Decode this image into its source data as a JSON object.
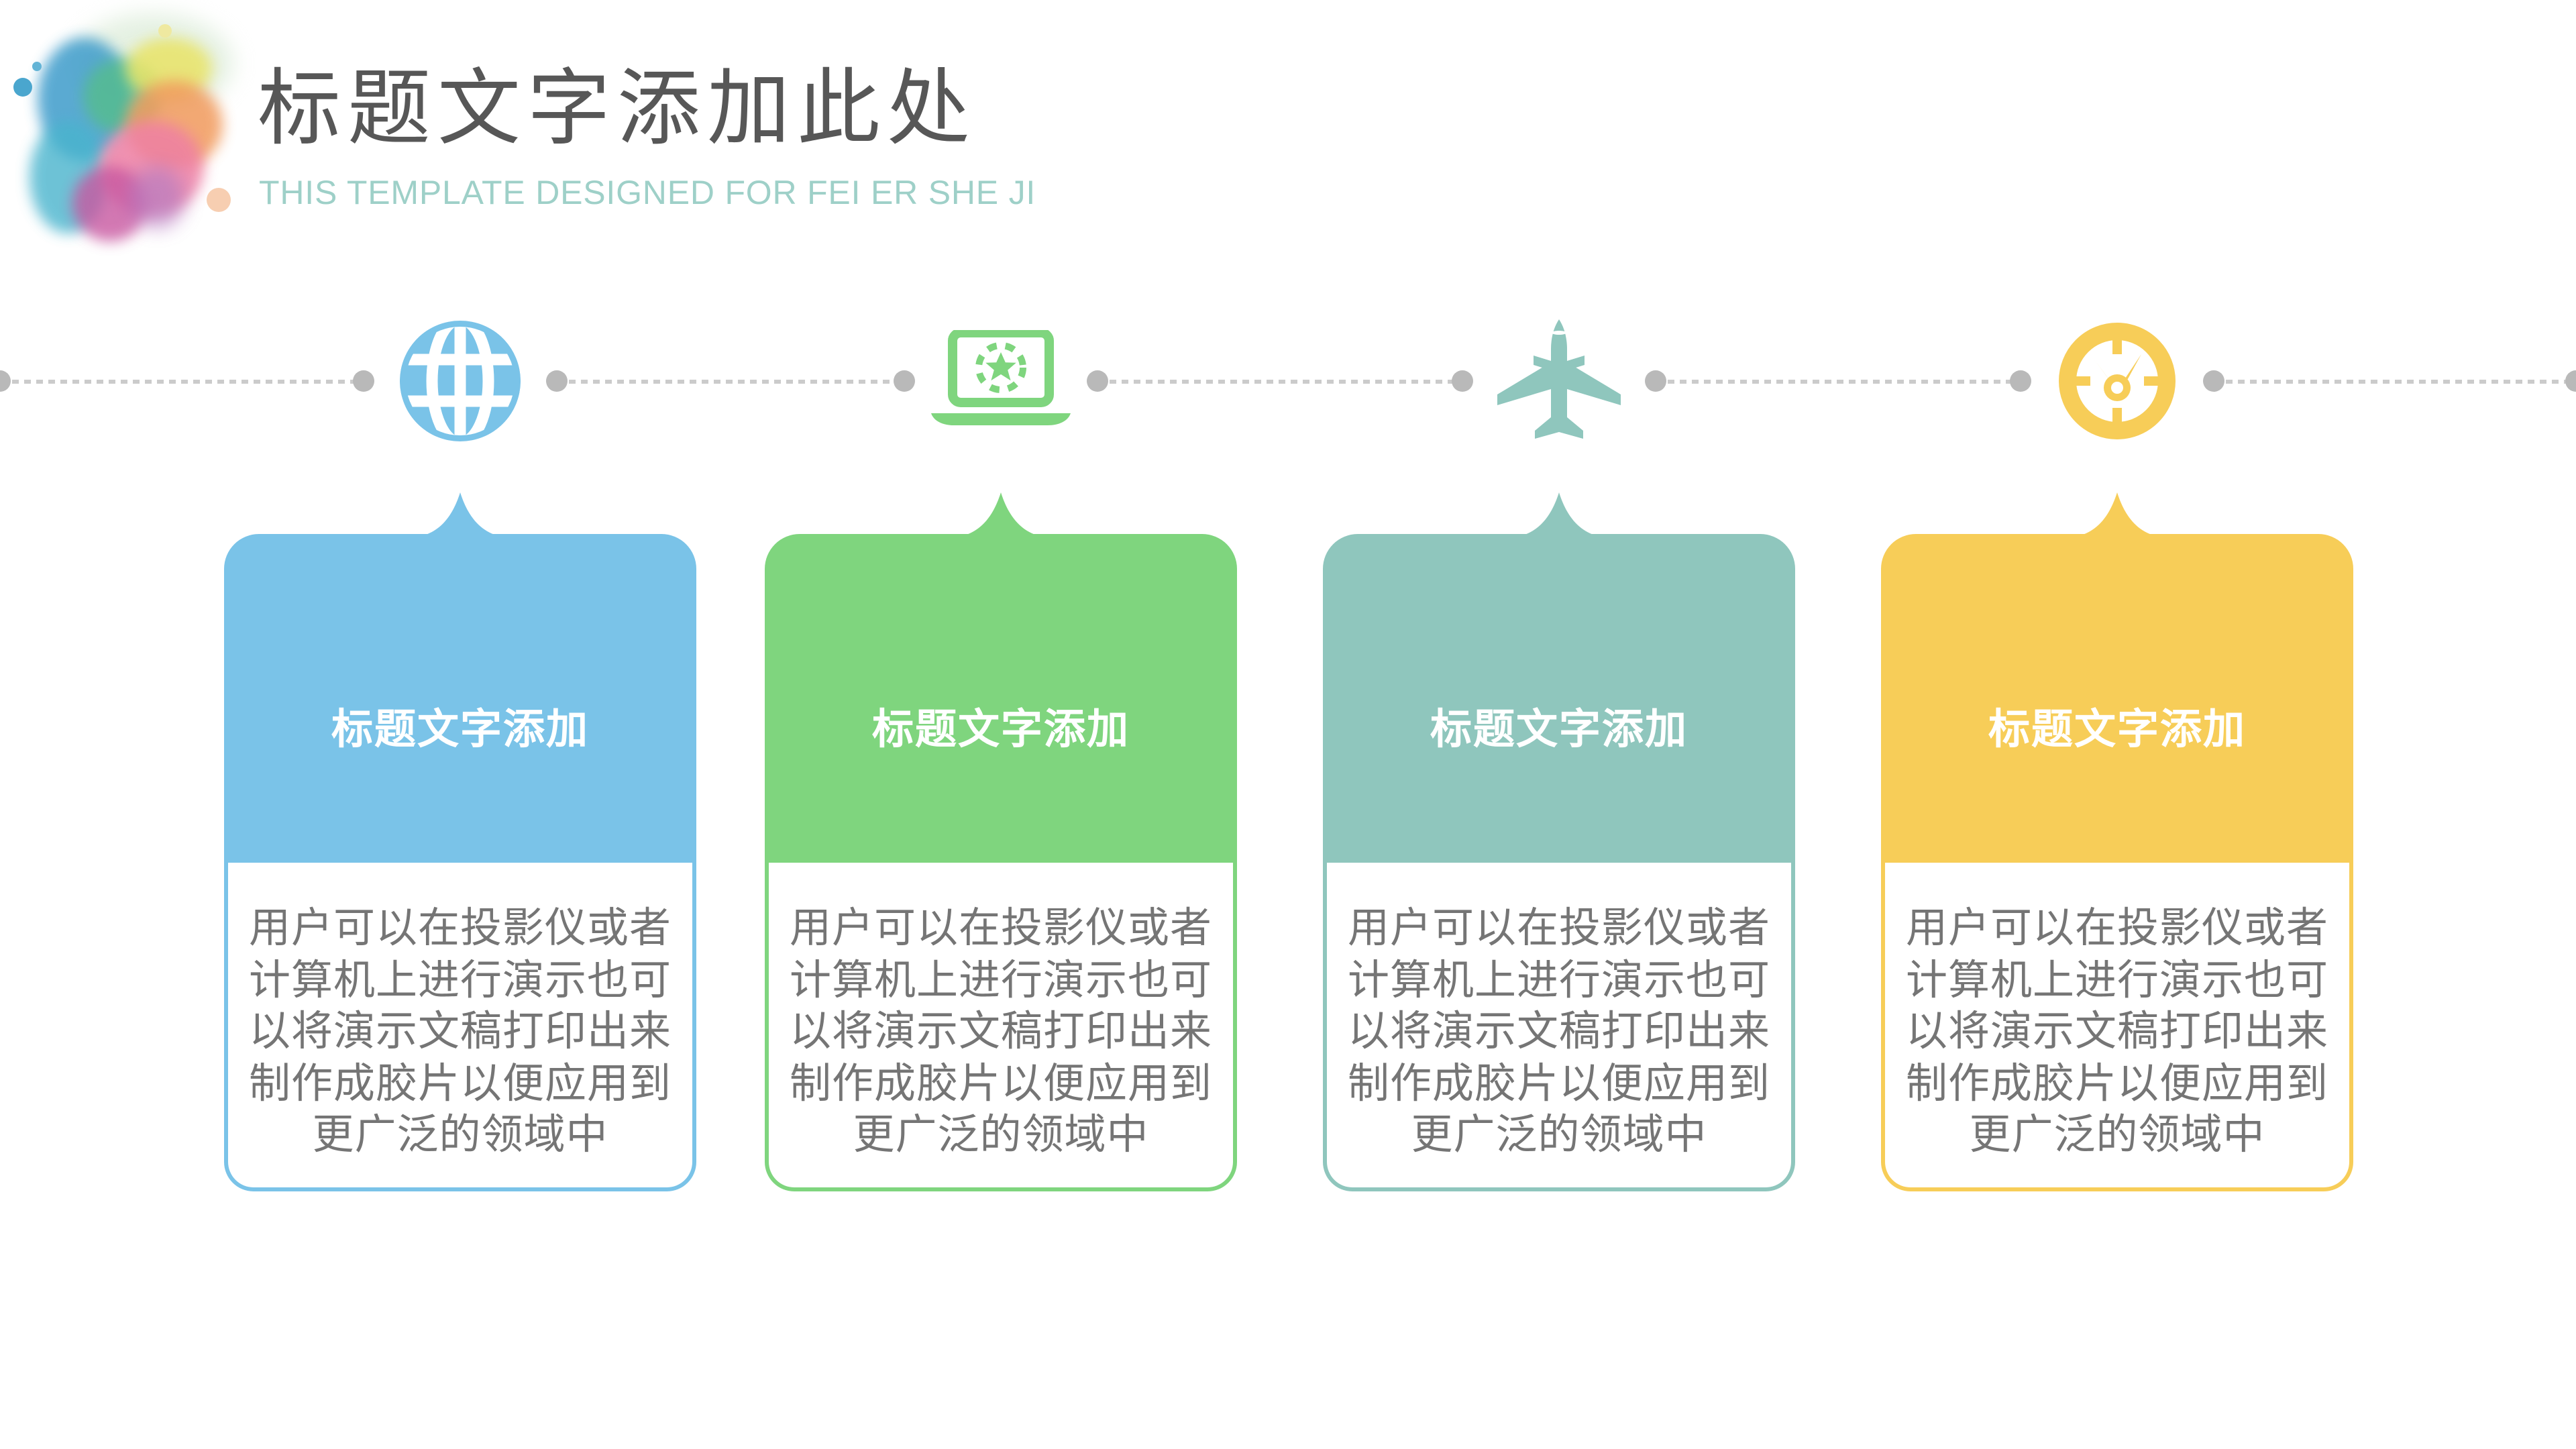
{
  "header": {
    "title": "标题文字添加此处",
    "subtitle": "THIS TEMPLATE DESIGNED FOR FEI ER SHE JI"
  },
  "colors": {
    "title": "#575757",
    "subtitle": "#9ed0c8",
    "body_text": "#757575",
    "heading_text": "#ffffff",
    "line": "#cbcbcb",
    "dot": "#b9b9b9"
  },
  "cards": [
    {
      "color": "#7ac3e8",
      "icon": "globe-icon",
      "heading": "标题文字添加",
      "body_lines": [
        "用户可以在投影仪或者",
        "计算机上进行演示也可",
        "以将演示文稿打印出来",
        "制作成胶片以便应用到",
        "更广泛的领域中"
      ]
    },
    {
      "color": "#7fd57e",
      "icon": "laptop-star-icon",
      "heading": "标题文字添加",
      "body_lines": [
        "用户可以在投影仪或者",
        "计算机上进行演示也可",
        "以将演示文稿打印出来",
        "制作成胶片以便应用到",
        "更广泛的领域中"
      ]
    },
    {
      "color": "#8fc6bd",
      "icon": "airplane-icon",
      "heading": "标题文字添加",
      "body_lines": [
        "用户可以在投影仪或者",
        "计算机上进行演示也可",
        "以将演示文稿打印出来",
        "制作成胶片以便应用到",
        "更广泛的领域中"
      ]
    },
    {
      "color": "#f7cd58",
      "icon": "stopwatch-icon",
      "heading": "标题文字添加",
      "body_lines": [
        "用户可以在投影仪或者",
        "计算机上进行演示也可",
        "以将演示文稿打印出来",
        "制作成胶片以便应用到",
        "更广泛的领域中"
      ]
    }
  ]
}
